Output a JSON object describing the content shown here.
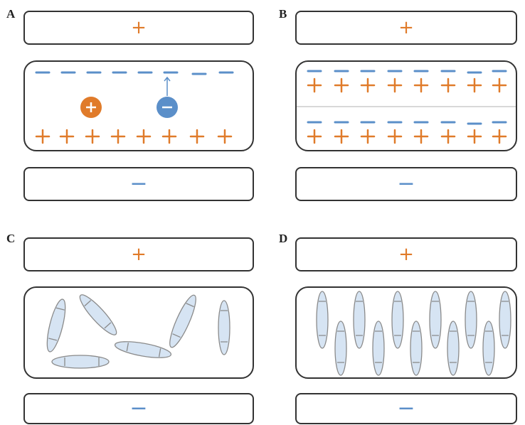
{
  "panels": [
    {
      "id": "A",
      "label": "A",
      "top_plate": "+",
      "bottom_plate": "−"
    },
    {
      "id": "B",
      "label": "B",
      "top_plate": "+",
      "bottom_plate": "−"
    },
    {
      "id": "C",
      "label": "C",
      "top_plate": "+",
      "bottom_plate": "−"
    },
    {
      "id": "D",
      "label": "D",
      "top_plate": "+",
      "bottom_plate": "−"
    }
  ],
  "colors": {
    "positive": "#e07b2a",
    "negative": "#5b8fc9",
    "cell_fill": "#d6e4f3",
    "cell_stroke": "#8a8a8a",
    "border": "#333333"
  },
  "glyphs": {
    "plus": "+",
    "minus": "−"
  }
}
